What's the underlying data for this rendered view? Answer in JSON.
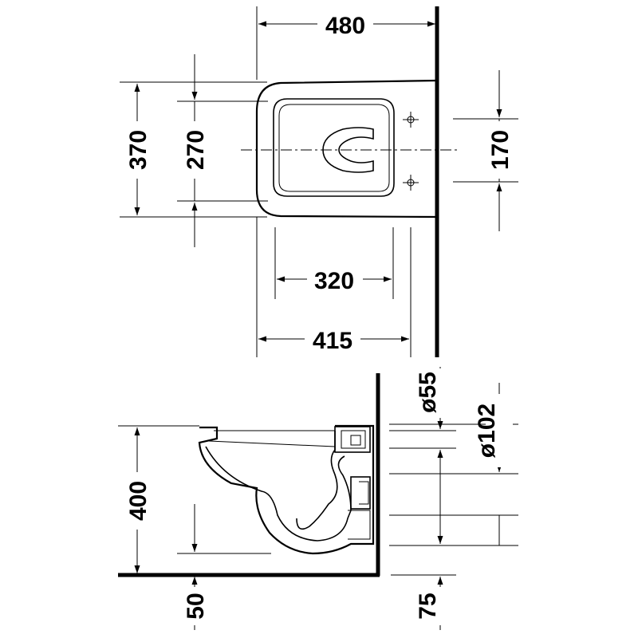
{
  "dimensions": {
    "width_480": "480",
    "depth_370": "370",
    "inner_270": "270",
    "fixing_170": "170",
    "inner_320": "320",
    "depth_415": "415",
    "inlet_d55": "ø55",
    "outlet_d102": "ø102",
    "height_400": "400",
    "floor_50": "50",
    "outlet_75": "75"
  }
}
